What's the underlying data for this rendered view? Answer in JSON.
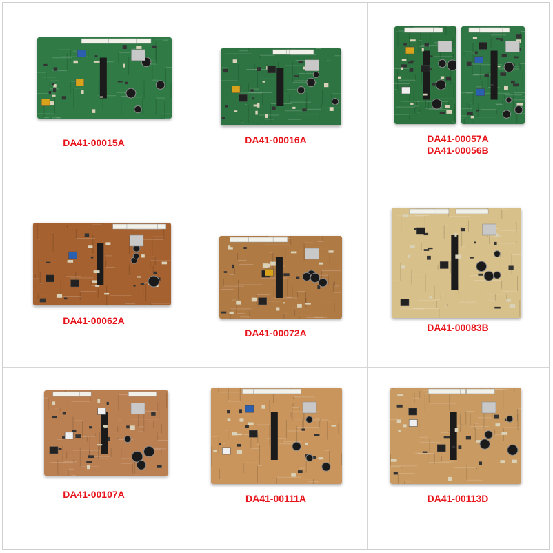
{
  "label_color": "#e8141b",
  "items": [
    {
      "parts": [
        "DA41-00015A"
      ]
    },
    {
      "parts": [
        "DA41-00016A"
      ]
    },
    {
      "parts": [
        "DA41-00057A",
        "DA41-00056B"
      ]
    },
    {
      "parts": [
        "DA41-00062A"
      ]
    },
    {
      "parts": [
        "DA41-00072A"
      ]
    },
    {
      "parts": [
        "DA41-00083B"
      ]
    },
    {
      "parts": [
        "DA41-00107A"
      ]
    },
    {
      "parts": [
        "DA41-00111A"
      ]
    },
    {
      "parts": [
        "DA41-00113D"
      ]
    }
  ]
}
